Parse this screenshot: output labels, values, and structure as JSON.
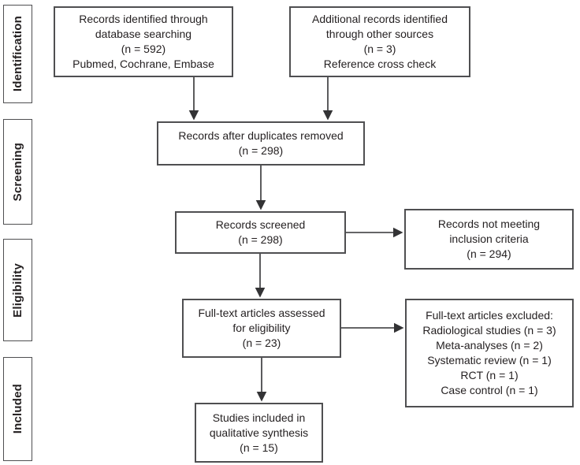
{
  "diagram": {
    "type": "prisma-flow",
    "stages": [
      {
        "label": "Identification"
      },
      {
        "label": "Screening"
      },
      {
        "label": "Eligibility"
      },
      {
        "label": "Included"
      }
    ],
    "boxes": {
      "identified": {
        "text": "Records identified through\ndatabase searching\n(n = 592)\nPubmed, Cochrane, Embase",
        "n": 592,
        "sources": "Pubmed, Cochrane, Embase"
      },
      "additional": {
        "text": "Additional records identified\nthrough other sources\n(n = 3)\nReference cross check",
        "n": 3,
        "sources": "Reference cross check"
      },
      "deduplicated": {
        "text": "Records after duplicates removed\n(n = 298)",
        "n": 298
      },
      "screened": {
        "text": "Records screened\n(n = 298)",
        "n": 298
      },
      "not_meeting_criteria": {
        "text": "Records not meeting\ninclusion criteria\n(n = 294)",
        "n": 294
      },
      "fulltext_assessed": {
        "text": "Full-text articles assessed\nfor eligibility\n(n = 23)",
        "n": 23
      },
      "fulltext_excluded": {
        "text": "Full-text articles excluded:\nRadiological studies (n = 3)\nMeta-analyses (n = 2)\nSystematic review (n = 1)\nRCT (n = 1)\nCase control (n = 1)",
        "items": [
          {
            "label": "Radiological studies",
            "n": 3
          },
          {
            "label": "Meta-analyses",
            "n": 2
          },
          {
            "label": "Systematic review",
            "n": 1
          },
          {
            "label": "RCT",
            "n": 1
          },
          {
            "label": "Case control",
            "n": 1
          }
        ]
      },
      "included_studies": {
        "text": "Studies included in\nqualitative synthesis\n(n = 15)",
        "n": 15
      }
    },
    "colors": {
      "background": "#ffffff",
      "border": "#4f4f51",
      "text": "#231f20",
      "arrow": "#333335"
    }
  }
}
